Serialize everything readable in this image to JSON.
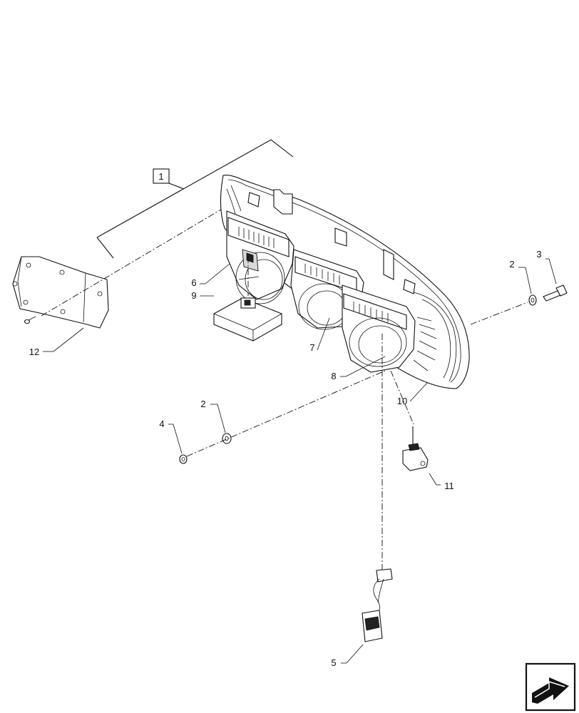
{
  "callouts": [
    {
      "id": "assembly",
      "label": "1"
    },
    {
      "id": "washer-right",
      "label": "2"
    },
    {
      "id": "bolt",
      "label": "3"
    },
    {
      "id": "washer-left",
      "label": "2"
    },
    {
      "id": "nut",
      "label": "4"
    },
    {
      "id": "harness",
      "label": "5"
    },
    {
      "id": "lamp-6",
      "label": "6"
    },
    {
      "id": "lamp-7",
      "label": "7"
    },
    {
      "id": "lamp-8",
      "label": "8"
    },
    {
      "id": "module",
      "label": "9"
    },
    {
      "id": "housing",
      "label": "10"
    },
    {
      "id": "bulb",
      "label": "11"
    },
    {
      "id": "bracket",
      "label": "12"
    }
  ],
  "nav_icon": "arrow-next-icon"
}
